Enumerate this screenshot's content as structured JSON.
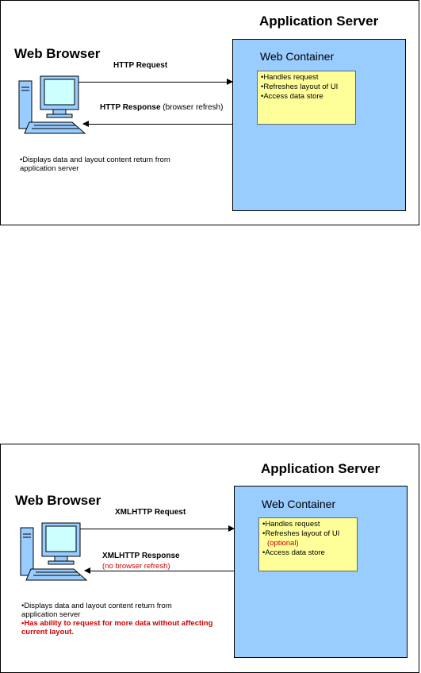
{
  "top": {
    "app_server_title": "Application Server",
    "browser_title": "Web Browser",
    "container_title": "Web Container",
    "request_label": "HTTP Request",
    "response_label_bold": "HTTP Response",
    "response_label_rest": "(browser refresh)",
    "container_items": [
      "•Handles request",
      "•Refreshes layout of UI",
      "•Access data store"
    ],
    "browser_desc_line1": "•Displays data and layout content return from",
    "browser_desc_line2": "application server"
  },
  "bottom": {
    "app_server_title": "Application Server",
    "browser_title": "Web Browser",
    "container_title": "Web Container",
    "request_label": "XMLHTTP Request",
    "response_label": "XMLHTTP Response",
    "response_note": "(no browser refresh)",
    "container_item_1": "•Handles request",
    "container_item_2": "•Refreshes layout of UI",
    "container_item_2_note": "(optional)",
    "container_item_3": "•Access data store",
    "browser_desc_line1": "•Displays data and layout content return from",
    "browser_desc_line2": "application server",
    "browser_desc_red_line1": "•Has ability to request for more data without affecting",
    "browser_desc_red_line2": "current layout."
  },
  "colors": {
    "container": "#99ccff",
    "note": "#ffff99",
    "highlight": "#cc0000"
  }
}
